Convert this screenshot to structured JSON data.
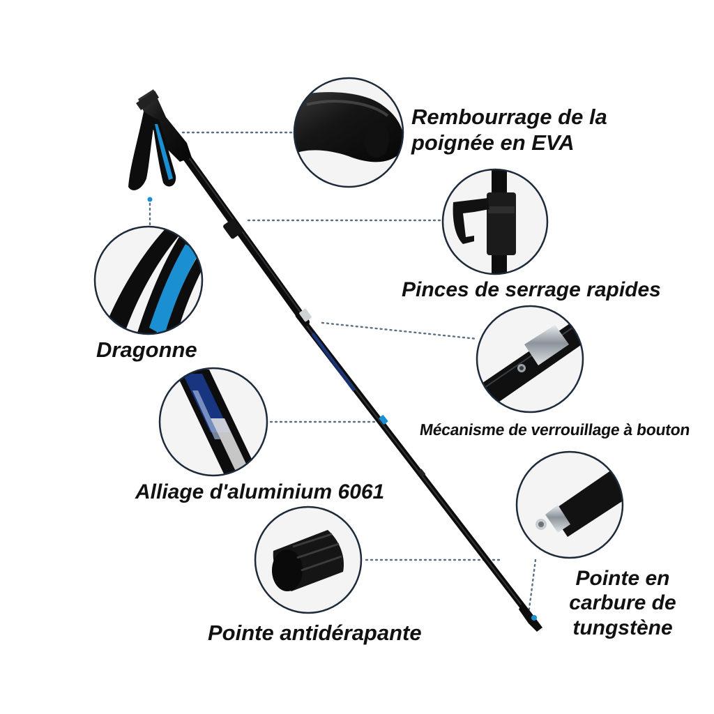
{
  "features": {
    "grip": "Rembourrage de la\npoignée en EVA",
    "clamps": "Pinces de serrage rapides",
    "strap": "Dragonne",
    "lock": "Mécanisme de verrouillage à bouton",
    "alloy": "Alliage d'aluminium 6061",
    "carbide_tip": "Pointe en\ncarbure de\ntungstène",
    "rubber_tip": "Pointe antidérapante"
  },
  "colors": {
    "shaft": "#111111",
    "accent_blue": "#1a8fd1",
    "leader_dots": "#5a6f80",
    "circle_stroke": "#1c2a3a"
  }
}
